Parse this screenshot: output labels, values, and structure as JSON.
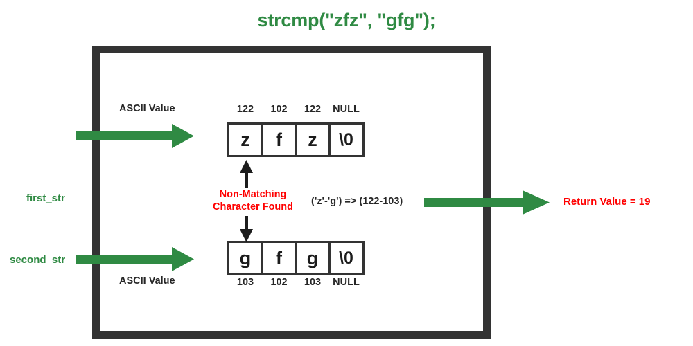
{
  "title": "strcmp(\"zfz\", \"gfg\");",
  "colors": {
    "green": "#2f8a43",
    "red": "#ff0000",
    "dark": "#333333",
    "background": "#ffffff"
  },
  "diagram": {
    "first_string": {
      "pointer_label": "first_str",
      "ascii_caption": "ASCII Value",
      "ascii_values": [
        "122",
        "102",
        "122",
        "NULL"
      ],
      "cells": [
        "z",
        "f",
        "z",
        "\\0"
      ]
    },
    "second_string": {
      "pointer_label": "second_str",
      "ascii_caption": "ASCII Value",
      "ascii_values": [
        "103",
        "102",
        "103",
        "NULL"
      ],
      "cells": [
        "g",
        "f",
        "g",
        "\\0"
      ]
    },
    "comparison": {
      "mismatch_line1": "Non-Matching",
      "mismatch_line2": "Character Found",
      "expression": "('z'-'g') => (122-103)",
      "result_label": "Return Value = 19"
    }
  },
  "chart_data": {
    "type": "diagram",
    "title": "strcmp(\"zfz\", \"gfg\");",
    "series": [
      {
        "name": "first_str",
        "chars": [
          "z",
          "f",
          "z",
          "\\0"
        ],
        "ascii": [
          122,
          102,
          122,
          "NULL"
        ]
      },
      {
        "name": "second_str",
        "chars": [
          "g",
          "f",
          "g",
          "\\0"
        ],
        "ascii": [
          103,
          102,
          103,
          "NULL"
        ]
      }
    ],
    "annotations": [
      "Non-Matching Character Found",
      "('z'-'g') => (122-103)",
      "Return Value = 19"
    ],
    "return_value": 19,
    "compared_index": 0
  }
}
